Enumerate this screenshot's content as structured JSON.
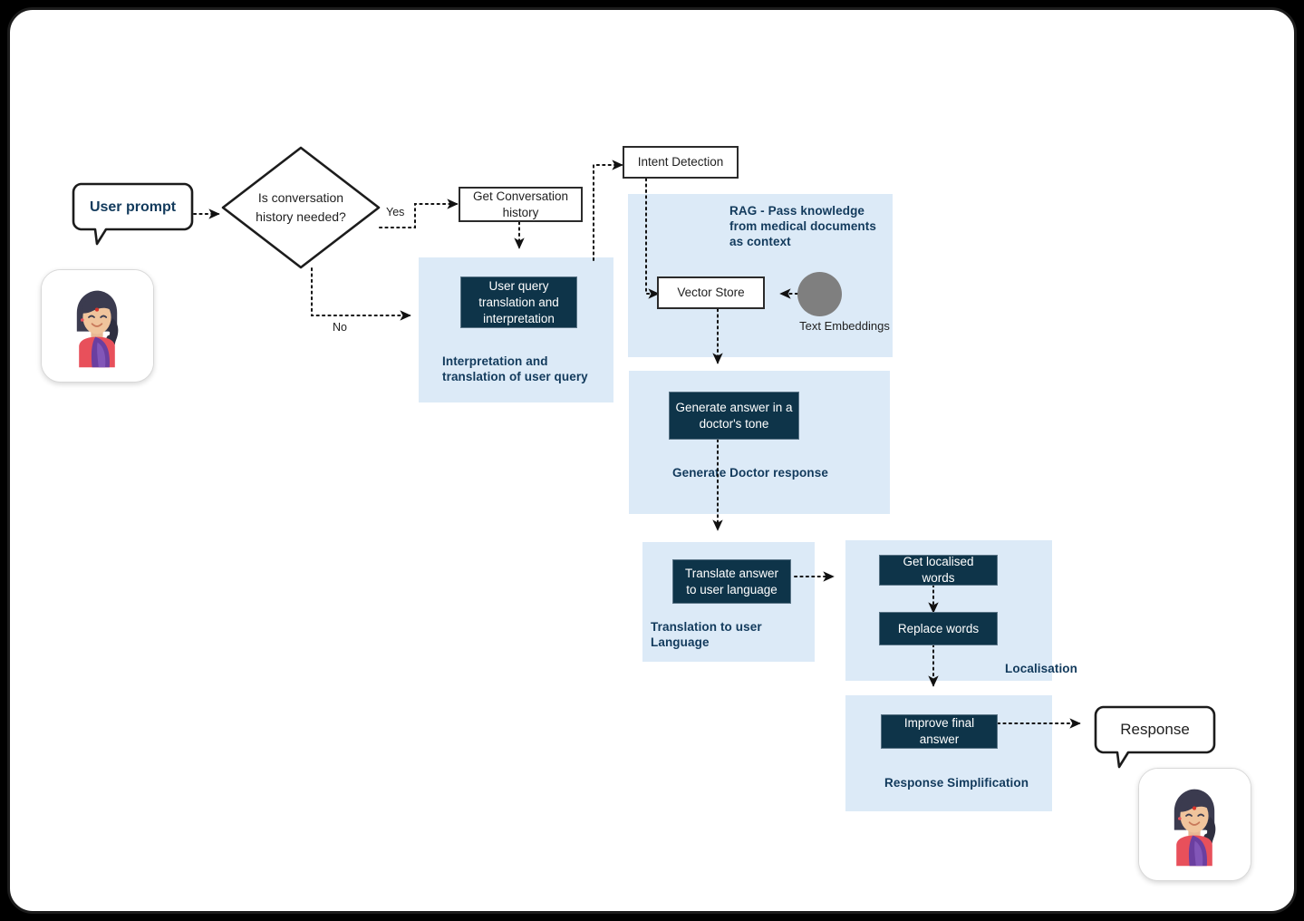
{
  "diagram": {
    "title": "Medical chatbot RAG pipeline flowchart",
    "colors": {
      "dark_box": "#0e3449",
      "panel": "#dceaf7",
      "panel_label": "#123a5c",
      "circle": "#7f7f7f",
      "frame_border": "#1c1c1c"
    },
    "start": {
      "bubble_label": "User prompt",
      "avatar_name": "user-avatar-woman-sari"
    },
    "end": {
      "bubble_label": "Response",
      "avatar_name": "user-avatar-woman-sari"
    },
    "decision": {
      "text": "Is conversation history needed?",
      "yes_label": "Yes",
      "no_label": "No"
    },
    "nodes": {
      "get_conversation_history": "Get Conversation history",
      "intent_detection": "Intent Detection",
      "vector_store": "Vector Store",
      "text_embeddings": "Text Embeddings",
      "user_query_translation": "User query translation and interpretation",
      "generate_answer": "Generate answer in a doctor's tone",
      "translate_answer": "Translate answer to user language",
      "get_localised_words": "Get localised words",
      "replace_words": "Replace words",
      "improve_final_answer": "Improve final answer"
    },
    "panels": {
      "interpretation": "Interpretation and translation of user query",
      "rag": "RAG - Pass knowledge from medical documents as context",
      "doctor_response": "Generate Doctor response",
      "translation": "Translation to user Language",
      "localisation": "Localisation",
      "simplification": "Response Simplification"
    }
  }
}
